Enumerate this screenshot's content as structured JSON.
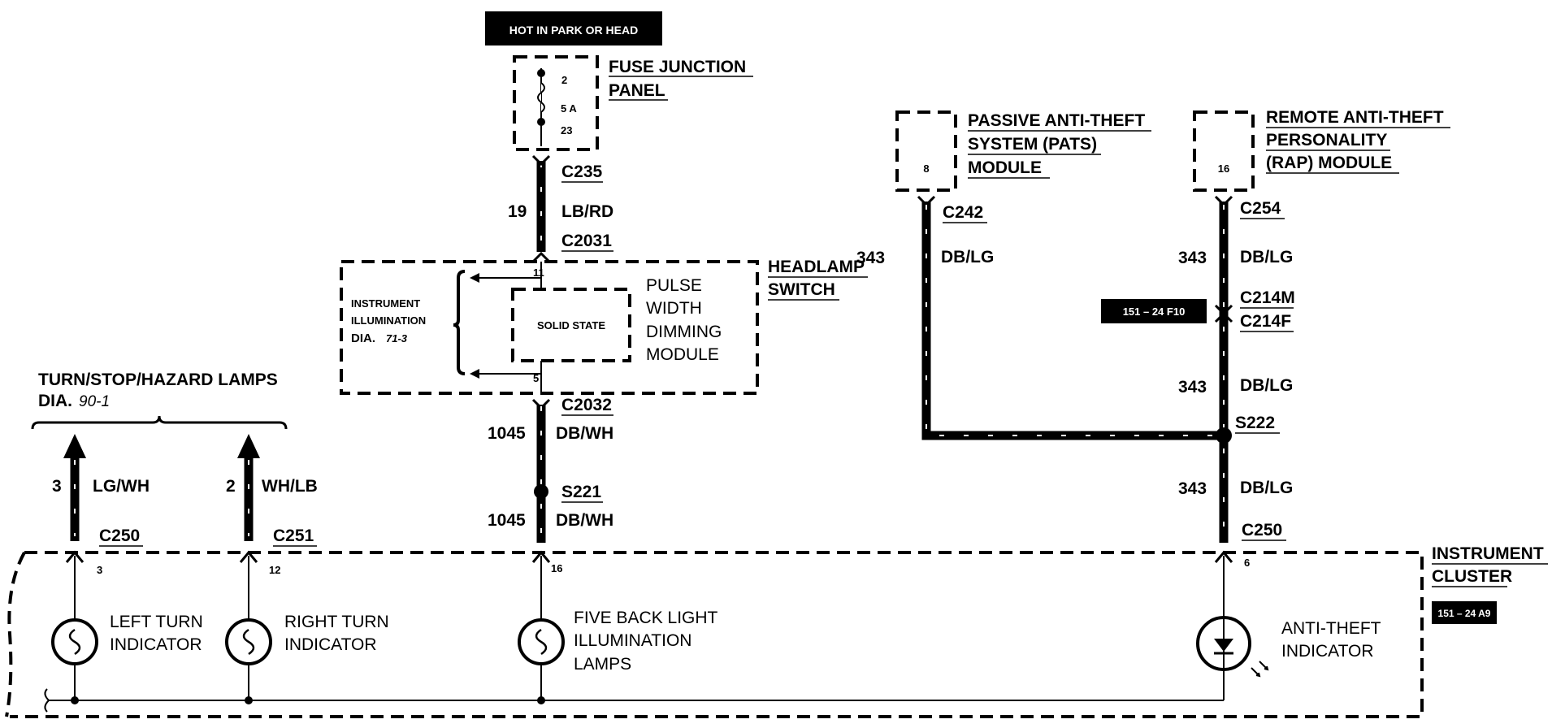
{
  "diagram": {
    "top_box": {
      "text": "HOT IN PARK OR HEAD"
    },
    "fuse_panel": {
      "title_line1": "FUSE JUNCTION",
      "title_line2": "PANEL",
      "pin_top": "2",
      "rating": "5 A",
      "pin_bottom": "23"
    },
    "c235": "C235",
    "wire19": {
      "circuit": "19",
      "color": "LB/RD"
    },
    "c2031": "C2031",
    "headlamp_switch": {
      "title_line1": "HEADLAMP",
      "title_line2": "SWITCH",
      "pin_top": "11",
      "pin_bottom": "5"
    },
    "instrument_illum": {
      "line1": "INSTRUMENT",
      "line2": "ILLUMINATION",
      "line3": "DIA.",
      "ref": "71-3"
    },
    "solid_state": "SOLID STATE",
    "pwdm": {
      "line1": "PULSE",
      "line2": "WIDTH",
      "line3": "DIMMING",
      "line4": "MODULE"
    },
    "c2032": "C2032",
    "wire1045a": {
      "circuit": "1045",
      "color": "DB/WH"
    },
    "s221": "S221",
    "wire1045b": {
      "circuit": "1045",
      "color": "DB/WH"
    },
    "turn_lamps": {
      "title": "TURN/STOP/HAZARD LAMPS",
      "dia": "DIA.",
      "ref": "90-1"
    },
    "wire3": {
      "circuit": "3",
      "color": "LG/WH",
      "connector": "C250",
      "pin": "3"
    },
    "wire2": {
      "circuit": "2",
      "color": "WH/LB",
      "connector": "C251",
      "pin": "12"
    },
    "pin16": "16",
    "pats": {
      "line1": "PASSIVE ANTI-THEFT",
      "line2": "SYSTEM (PATS)",
      "line3": "MODULE",
      "pin": "8"
    },
    "rap": {
      "line1": "REMOTE ANTI-THEFT",
      "line2": "PERSONALITY",
      "line3": "(RAP) MODULE",
      "pin": "16"
    },
    "c242": "C242",
    "c254": "C254",
    "wire343": {
      "circuit": "343",
      "color": "DB/LG"
    },
    "c214m": "C214M",
    "c214f": "C214F",
    "ref_f10": "151 – 24 F10",
    "s222": "S222",
    "c250_right": "C250",
    "pin6": "6",
    "cluster": {
      "title_line1": "INSTRUMENT",
      "title_line2": "CLUSTER",
      "ref": "151 – 24 A9"
    },
    "left_turn": {
      "line1": "LEFT TURN",
      "line2": "INDICATOR"
    },
    "right_turn": {
      "line1": "RIGHT TURN",
      "line2": "INDICATOR"
    },
    "backlight": {
      "line1": "FIVE BACK LIGHT",
      "line2": "ILLUMINATION",
      "line3": "LAMPS"
    },
    "antitheft": {
      "line1": "ANTI-THEFT",
      "line2": "INDICATOR"
    }
  }
}
